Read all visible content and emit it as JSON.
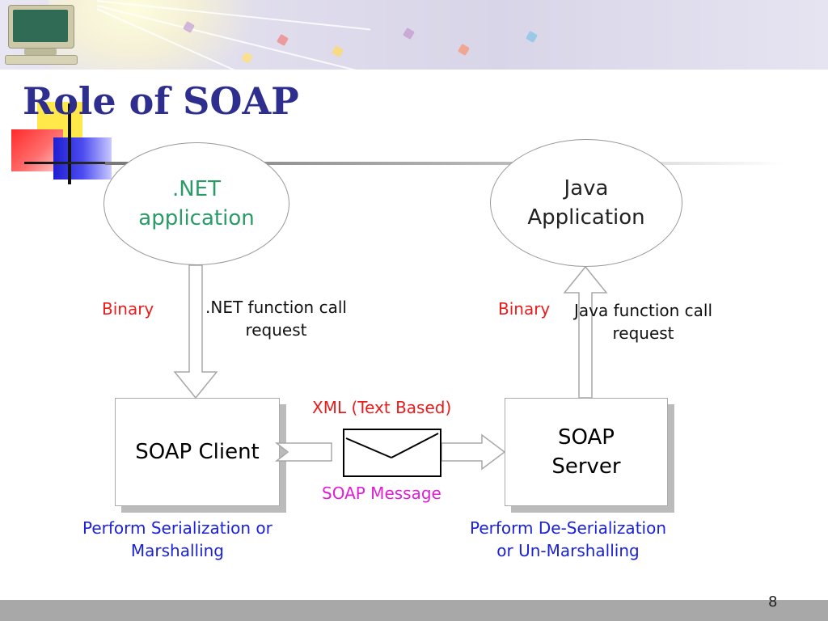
{
  "slide": {
    "title": "Role of SOAP",
    "page_number": "8"
  },
  "nodes": {
    "net_app": {
      "line1": ".NET",
      "line2": "application"
    },
    "java_app": {
      "line1": "Java",
      "line2": "Application"
    },
    "soap_client": {
      "label": "SOAP Client"
    },
    "soap_server": {
      "line1": "SOAP",
      "line2": "Server"
    }
  },
  "labels": {
    "binary_left": "Binary",
    "binary_right": "Binary",
    "net_call_line1": ".NET function call",
    "net_call_line2": "request",
    "java_call_line1": "Java function call",
    "java_call_line2": "request",
    "xml": "XML (Text Based)",
    "soap_message": "SOAP Message",
    "serialize_line1": "Perform Serialization or",
    "serialize_line2": "Marshalling",
    "deserialize_line1": "Perform De-Serialization",
    "deserialize_line2": "or Un-Marshalling"
  },
  "colors": {
    "title": "#2e2e8e",
    "net_text": "#2a9a66",
    "binary": "#e81c1c",
    "soap_message": "#e01ed6",
    "caption": "#1c22d8"
  }
}
